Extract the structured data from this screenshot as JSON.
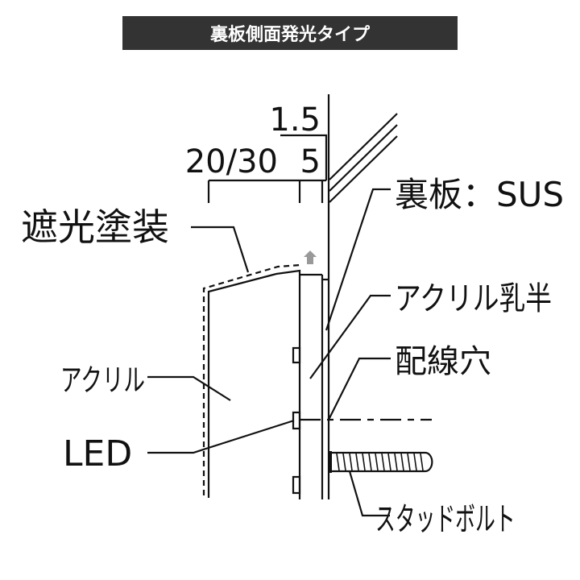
{
  "title": "裏板側面発光タイプ",
  "colors": {
    "title_bg": "#333333",
    "title_text": "#ffffff",
    "line": "#111111",
    "arrow": "#999999"
  },
  "dimensions": {
    "back_plate_thickness": "1.5",
    "depth": "20/30",
    "gap": "5"
  },
  "labels": {
    "back_plate": "裏板：SUS",
    "shading_paint": "遮光塗装",
    "acrylic_milky": "アクリル乳半",
    "wiring_hole": "配線穴",
    "acrylic": "アクリル",
    "led": "LED",
    "stud_bolt": "スタッドボルト"
  }
}
